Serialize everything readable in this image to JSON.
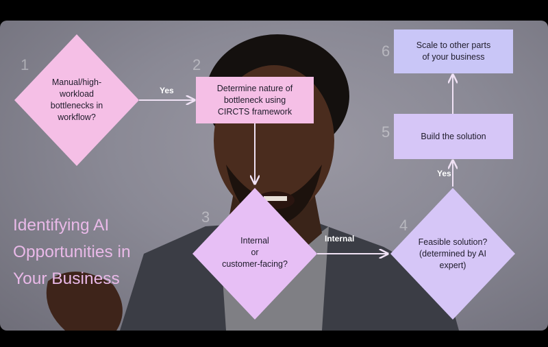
{
  "title_lines": [
    "Identifying AI",
    "Opportunities in",
    "Your Business"
  ],
  "nodes": {
    "n1": {
      "num": "1",
      "lines": [
        "Manual/high-",
        "workload",
        "bottlenecks in",
        "workflow?"
      ]
    },
    "n2": {
      "num": "2",
      "lines": [
        "Determine nature of",
        "bottleneck using",
        "CIRCTS framework"
      ]
    },
    "n3": {
      "num": "3",
      "lines": [
        "Internal",
        "or",
        "customer-facing?"
      ]
    },
    "n4": {
      "num": "4",
      "lines": [
        "Feasible solution?",
        "(determined by AI",
        "expert)"
      ]
    },
    "n5": {
      "num": "5",
      "lines": [
        "Build the solution"
      ]
    },
    "n6": {
      "num": "6",
      "lines": [
        "Scale to other parts",
        "of your business"
      ]
    }
  },
  "edge_labels": {
    "e12": "Yes",
    "e34": "Internal",
    "e45": "Yes"
  },
  "colors": {
    "pink": "#f5bfe6",
    "lilac": "#e7bff5",
    "violet": "#d6c6f7",
    "blue": "#c9c6f7",
    "arrow": "#f0e2f5",
    "title": "#e9b9e8"
  }
}
